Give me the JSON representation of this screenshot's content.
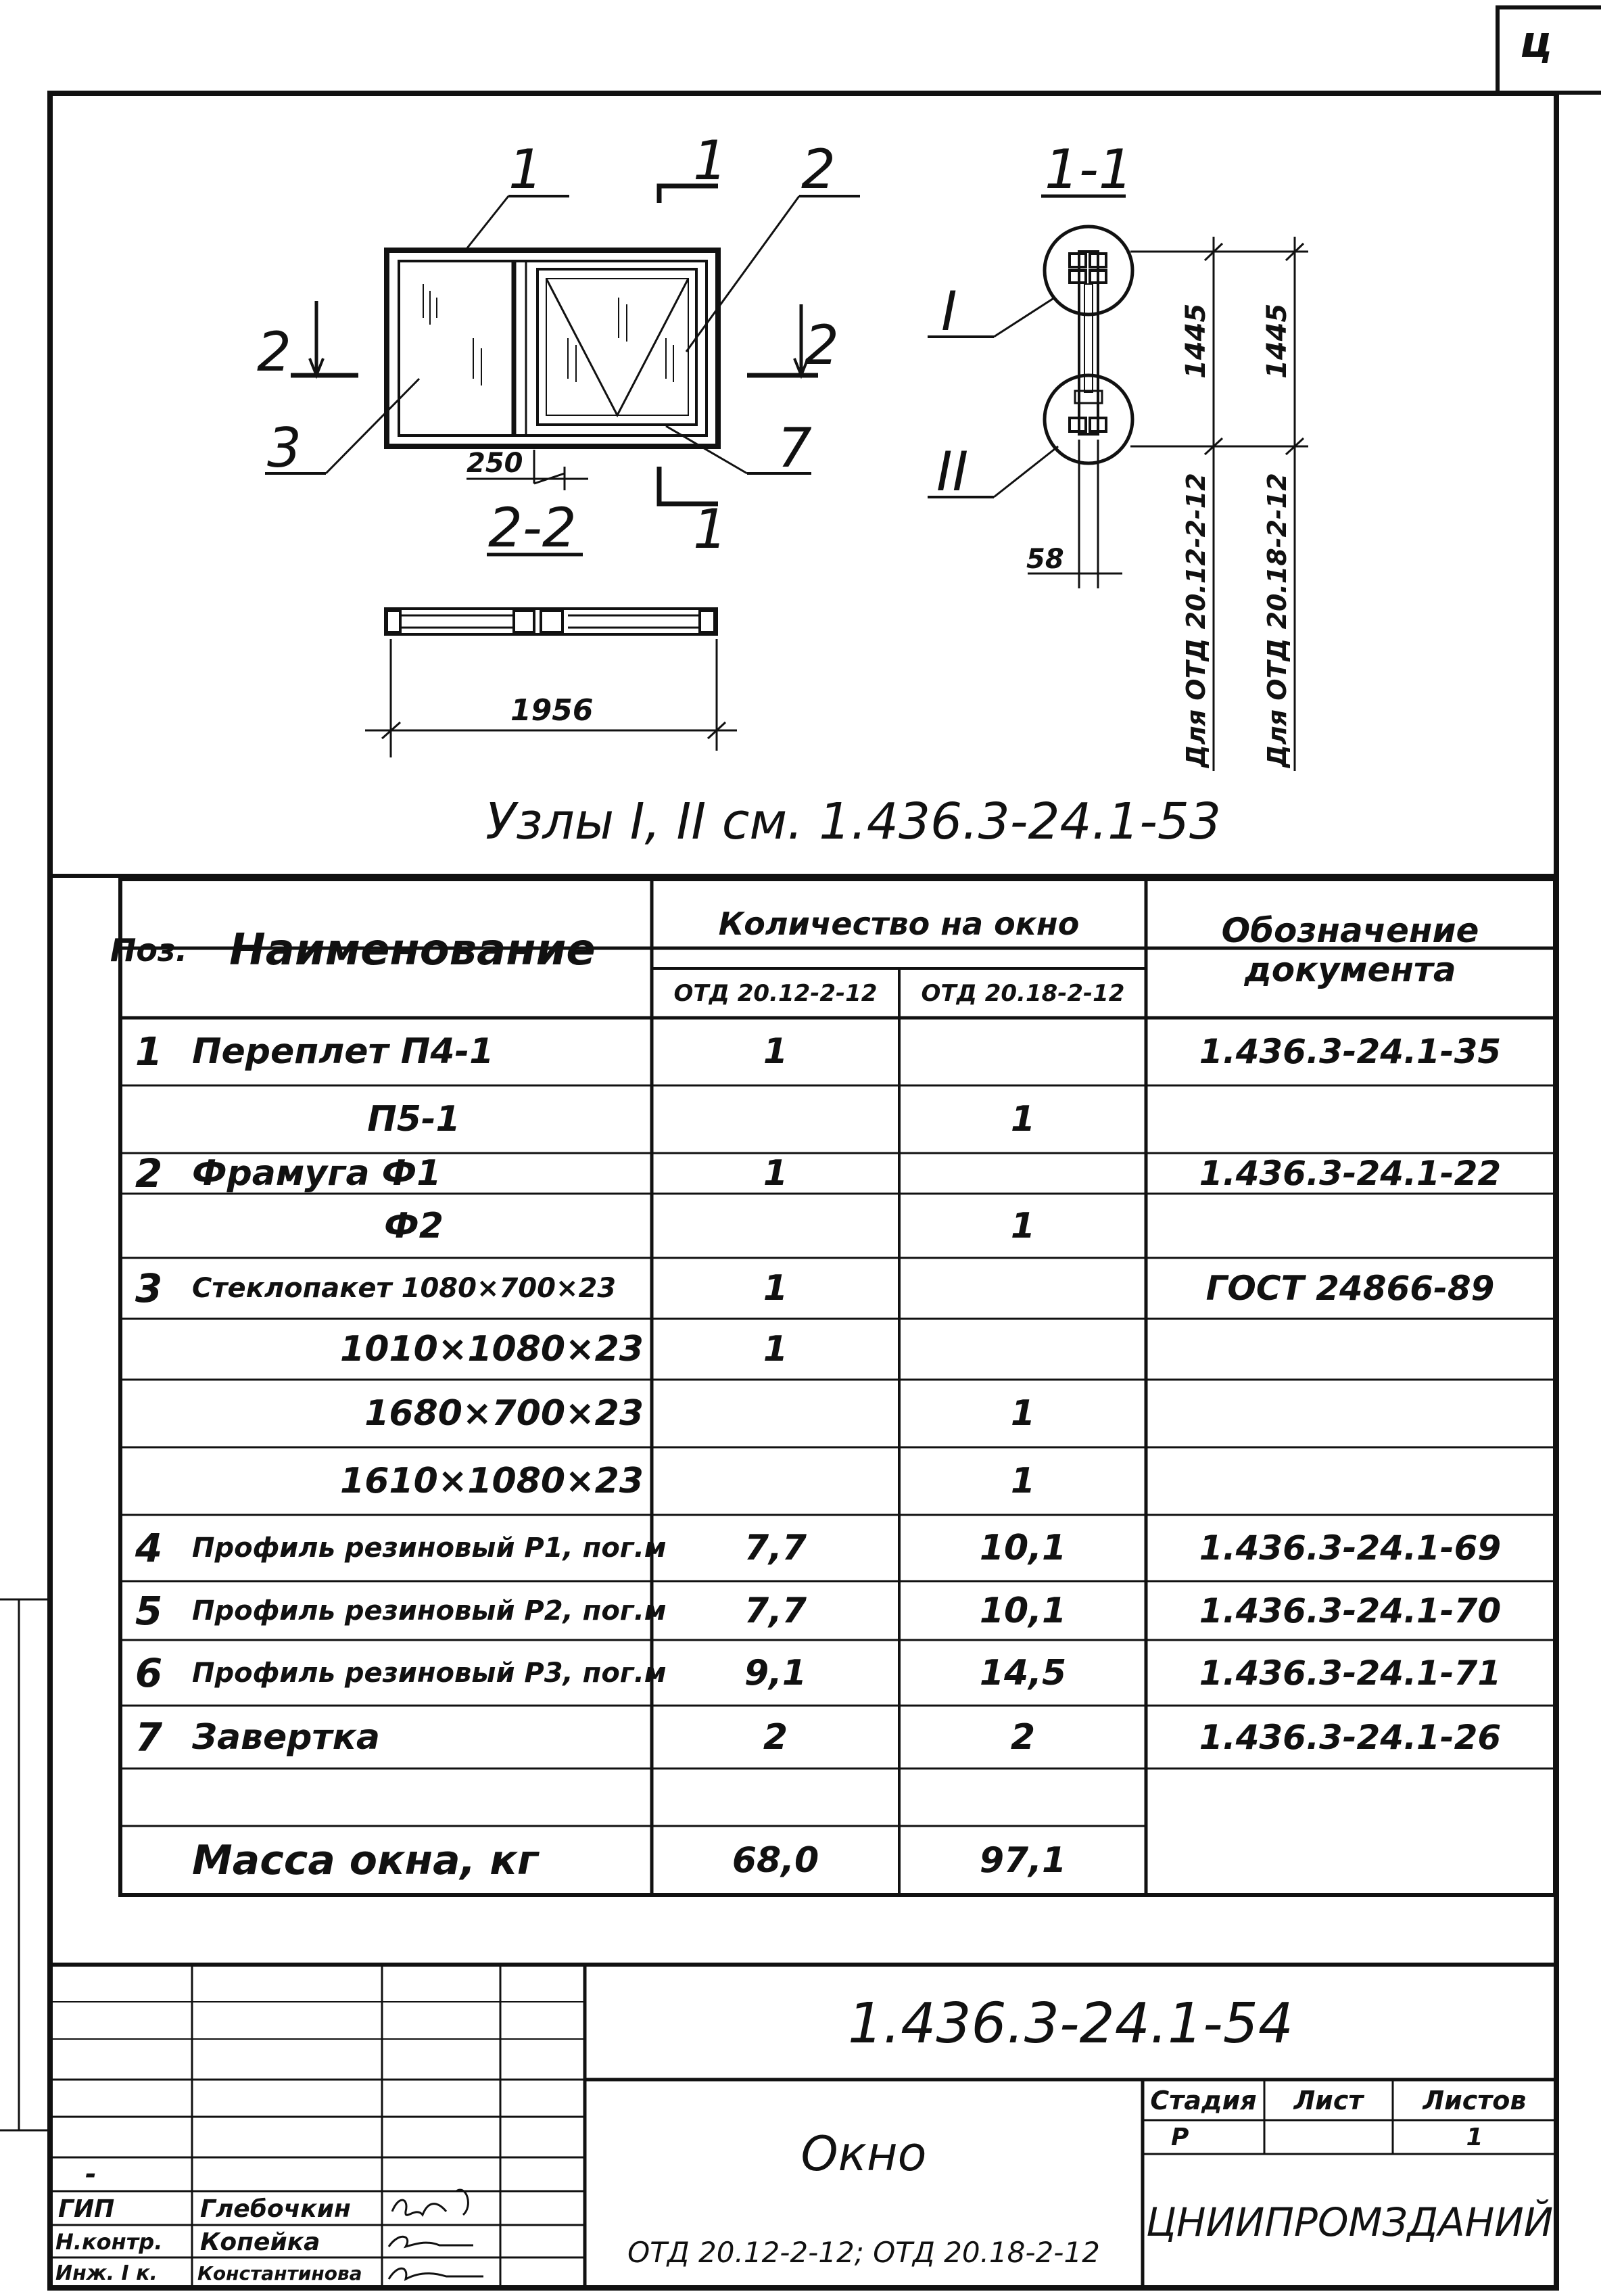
{
  "corner_mark": "ц",
  "drawing": {
    "section_labels": {
      "s11": "1-1",
      "s22": "2-2"
    },
    "callouts": [
      "1",
      "2",
      "3",
      "7"
    ],
    "cut_marks": [
      "1",
      "1",
      "2",
      "2"
    ],
    "node_labels": [
      "I",
      "II"
    ],
    "dims": {
      "d250": "250",
      "d1956": "1956",
      "d58": "58",
      "d1445a": "1445",
      "d1445b": "1445"
    },
    "vertical_notes": [
      "Для ОТД 20.12-2-12",
      "Для ОТД 20.18-2-12"
    ],
    "note": "Узлы I, II см. 1.436.3-24.1-53"
  },
  "spec_table": {
    "headers": {
      "pos": "Поз.",
      "name": "Наименование",
      "qty": "Количество на окно",
      "qty_a": "ОТД 20.12-2-12",
      "qty_b": "ОТД 20.18-2-12",
      "doc": "Обозначение документа"
    },
    "rows": [
      {
        "pos": "1",
        "name": "Переплет  П4-1",
        "a": "1",
        "b": "",
        "doc": "1.436.3-24.1-35",
        "align": "l"
      },
      {
        "pos": "",
        "name": "П5-1",
        "a": "",
        "b": "1",
        "doc": "",
        "align": "c"
      },
      {
        "pos": "2",
        "name": "Фрамуга  Ф1",
        "a": "1",
        "b": "",
        "doc": "1.436.3-24.1-22",
        "align": "l"
      },
      {
        "pos": "",
        "name": "Ф2",
        "a": "",
        "b": "1",
        "doc": "",
        "align": "c"
      },
      {
        "pos": "3",
        "name": "Стеклопакет 1080×700×23",
        "a": "1",
        "b": "",
        "doc": "ГОСТ 24866-89",
        "align": "l"
      },
      {
        "pos": "",
        "name": "1010×1080×23",
        "a": "1",
        "b": "",
        "doc": "",
        "align": "r"
      },
      {
        "pos": "",
        "name": "1680×700×23",
        "a": "",
        "b": "1",
        "doc": "",
        "align": "r"
      },
      {
        "pos": "",
        "name": "1610×1080×23",
        "a": "",
        "b": "1",
        "doc": "",
        "align": "r"
      },
      {
        "pos": "4",
        "name": "Профиль резиновый Р1, пог.м",
        "a": "7,7",
        "b": "10,1",
        "doc": "1.436.3-24.1-69",
        "align": "l"
      },
      {
        "pos": "5",
        "name": "Профиль резиновый Р2, пог.м",
        "a": "7,7",
        "b": "10,1",
        "doc": "1.436.3-24.1-70",
        "align": "l"
      },
      {
        "pos": "6",
        "name": "Профиль резиновый Р3, пог.м",
        "a": "9,1",
        "b": "14,5",
        "doc": "1.436.3-24.1-71",
        "align": "l"
      },
      {
        "pos": "7",
        "name": "Завертка",
        "a": "2",
        "b": "2",
        "doc": "1.436.3-24.1-26",
        "align": "l"
      },
      {
        "pos": "",
        "name": "",
        "a": "",
        "b": "",
        "doc": "",
        "align": "l"
      },
      {
        "pos": "",
        "name": "Масса  окна,  кг",
        "a": "68,0",
        "b": "97,1",
        "doc": "",
        "align": "l"
      }
    ]
  },
  "title_block": {
    "doc_code": "1.436.3-24.1-54",
    "title": "Окно",
    "subtitle": "ОТД 20.12-2-12; ОТД 20.18-2-12",
    "stage_h": "Стадия",
    "sheet_h": "Лист",
    "sheets_h": "Листов",
    "stage": "Р",
    "sheet": "",
    "sheets": "1",
    "org": "ЦНИИПРОМЗДАНИЙ",
    "roles": [
      "ГИП",
      "Н.контр.",
      "Инж. I к."
    ],
    "names": [
      "Глебочкин",
      "Копейка",
      "Константинова"
    ],
    "dash": "-"
  }
}
